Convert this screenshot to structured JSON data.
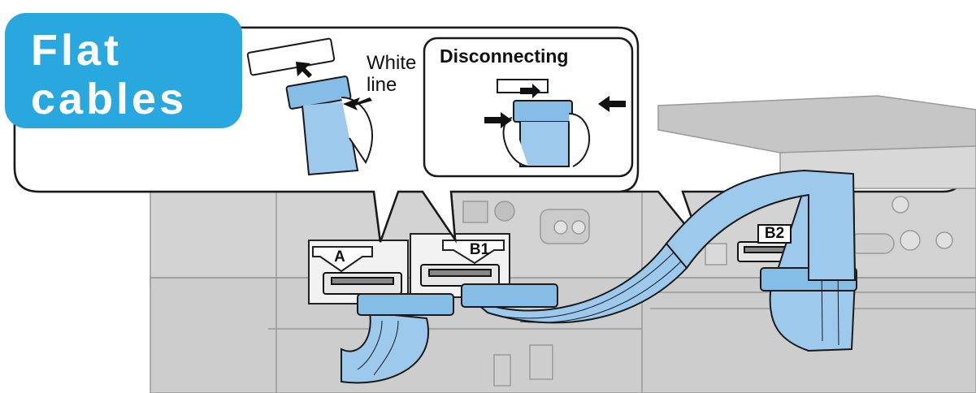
{
  "title": {
    "line1": "Flat",
    "line2": "cables"
  },
  "callouts": {
    "white_line": {
      "line1": "White",
      "line2": "line"
    },
    "disconnecting": "Disconnecting"
  },
  "connectors": {
    "a": "A",
    "b1": "B1",
    "b2": "B2"
  },
  "colors": {
    "badge": "#29a8df",
    "cable": "#9cc9ec",
    "device": "#d3d3d3",
    "outline": "#1a1a1a"
  }
}
